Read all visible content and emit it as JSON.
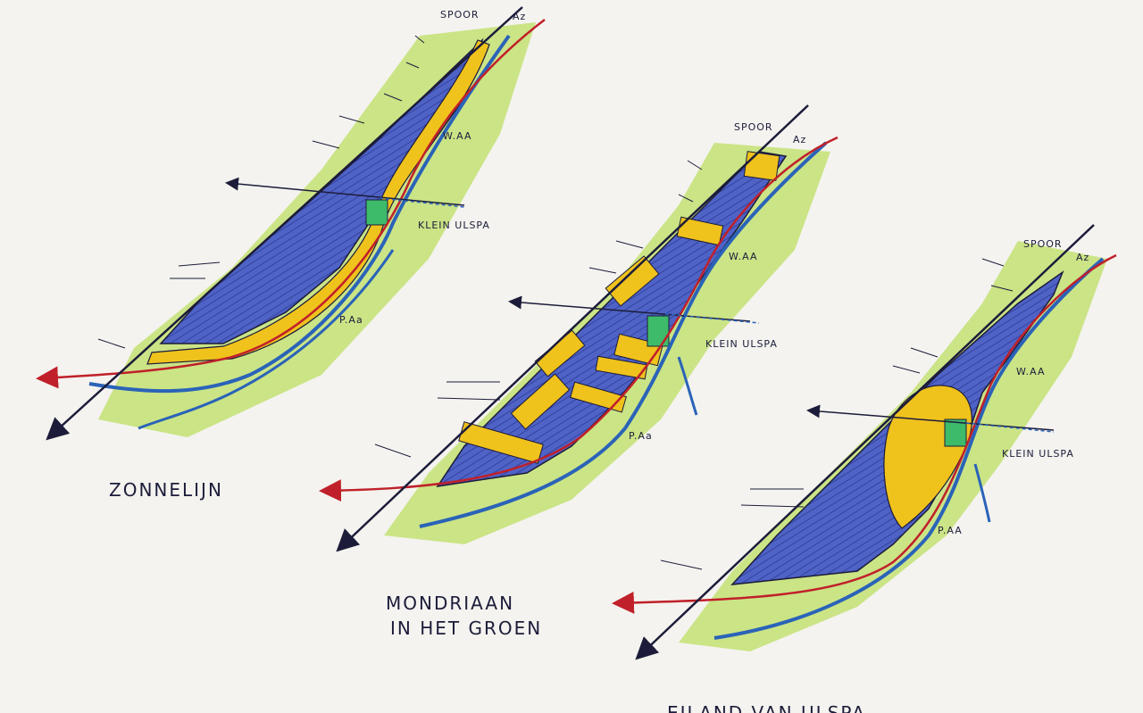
{
  "colors": {
    "paper": "#f4f3ef",
    "grass": "#c6e27a",
    "water_area": "#4f63c6",
    "sun": "#f0c21c",
    "river": "#2a63b8",
    "road": "#c0202a",
    "rail": "#1c1c3a",
    "square": "#3dbb6a"
  },
  "sketches": [
    {
      "id": "zonnelijn",
      "title_lines": [
        "ZONNELIJN"
      ],
      "labels": {
        "spoor": "SPOOR",
        "az": "Az",
        "waa": "W.AA",
        "paa": "P.Aa",
        "klein": "KLEIN ULSPA"
      }
    },
    {
      "id": "mondriaan",
      "title_lines": [
        "MONDRIAAN",
        "IN HET GROEN"
      ],
      "labels": {
        "spoor": "SPOOR",
        "az": "Az",
        "waa": "W.AA",
        "paa": "P.Aa",
        "klein": "KLEIN ULSPA"
      }
    },
    {
      "id": "eiland",
      "title_lines": [
        "EILAND VAN ULSPA"
      ],
      "labels": {
        "spoor": "SPOOR",
        "az": "Az",
        "waa": "W.AA",
        "paa": "P.AA",
        "klein": "KLEIN ULSPA"
      }
    }
  ]
}
